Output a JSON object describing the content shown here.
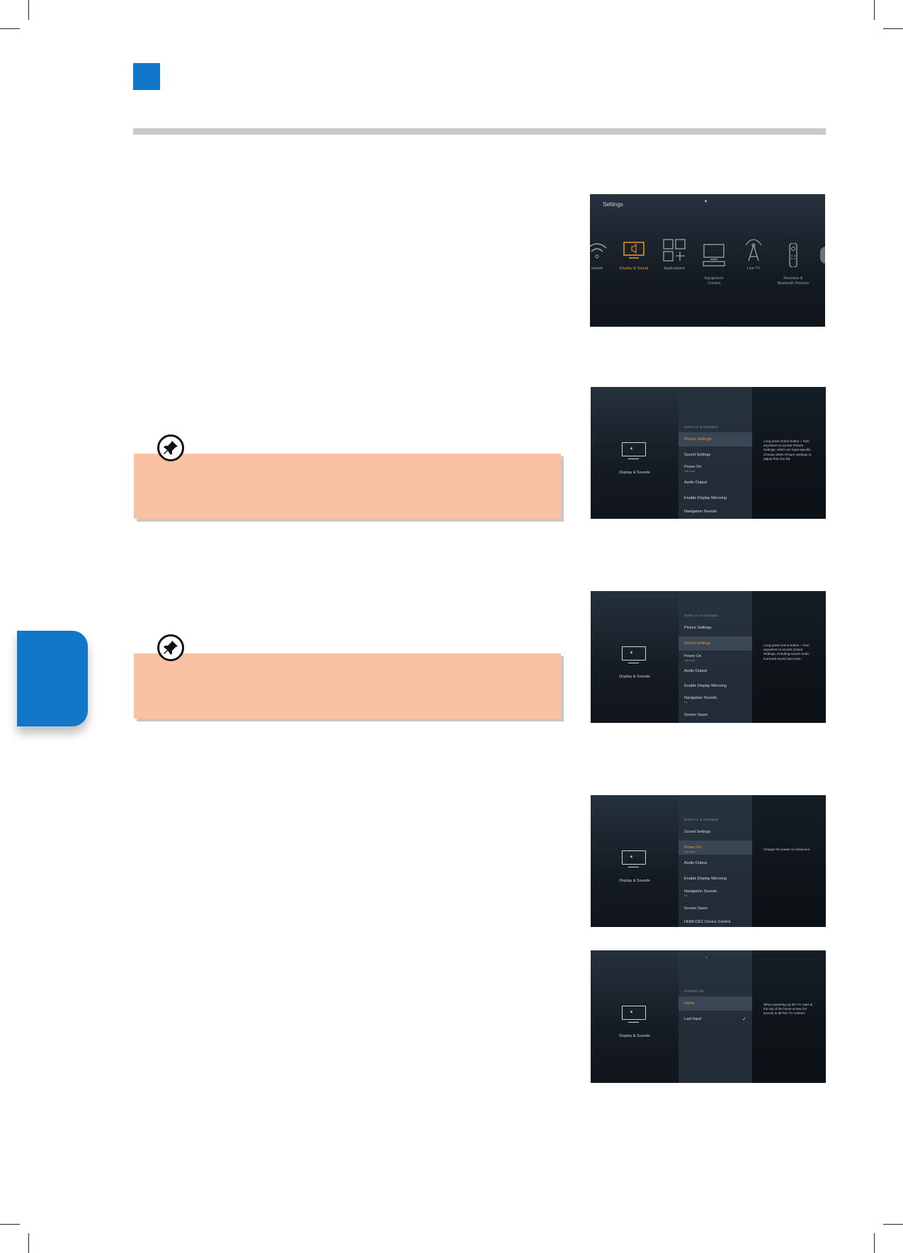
{
  "screen1": {
    "title": "Settings",
    "top_icon": "speaker-icon",
    "categories": [
      {
        "label": "etwork",
        "icon": "wifi-icon"
      },
      {
        "label": "Display & Sound",
        "icon": "tv-icon",
        "active": true
      },
      {
        "label": "Applications",
        "icon": "apps-icon"
      },
      {
        "label": "Equipment\nControl",
        "icon": "equipment-icon"
      },
      {
        "label": "Live TV",
        "icon": "antenna-icon"
      },
      {
        "label": "Remotes &\nBluetooth Devices",
        "icon": "remote-icon"
      }
    ],
    "accent": "#e59a2b"
  },
  "screen2": {
    "panel_label": "Display & Sounds",
    "section": "DISPLAY & SOUNDS",
    "items": [
      {
        "label": "Picture Settings",
        "sub": ""
      },
      {
        "label": "Sound Settings",
        "sub": ""
      },
      {
        "label": "Power On",
        "sub": "Last Input"
      },
      {
        "label": "Audio Output",
        "sub": ""
      },
      {
        "label": "Enable Display Mirroring",
        "sub": ""
      },
      {
        "label": "Navigation Sounds",
        "sub": ""
      }
    ],
    "selected": 0,
    "description": "Long press Home button ⌂ from anywhere to access Picture Settings, which are input specific. Choose which Picture Settings to adjust from the list."
  },
  "screen3": {
    "panel_label": "Display & Sounds",
    "section": "DISPLAY & SOUNDS",
    "items": [
      {
        "label": "Picture Settings",
        "sub": ""
      },
      {
        "label": "Sound Settings",
        "sub": ""
      },
      {
        "label": "Power On",
        "sub": "Last Input"
      },
      {
        "label": "Audio Output",
        "sub": ""
      },
      {
        "label": "Enable Display Mirroring",
        "sub": ""
      },
      {
        "label": "Navigation Sounds",
        "sub": "On"
      },
      {
        "label": "Screen Saver",
        "sub": ""
      }
    ],
    "selected": 1,
    "description": "Long press Home button ⌂ from anywhere to access Sound Settings, including sound mode, surround sound and more."
  },
  "screen4": {
    "panel_label": "Display & Sounds",
    "section": "DISPLAY & SOUNDS",
    "items": [
      {
        "label": "Sound Settings",
        "sub": ""
      },
      {
        "label": "Power On",
        "sub": "Last Input"
      },
      {
        "label": "Audio Output",
        "sub": ""
      },
      {
        "label": "Enable Display Mirroring",
        "sub": ""
      },
      {
        "label": "Navigation Sounds",
        "sub": "On"
      },
      {
        "label": "Screen Saver",
        "sub": ""
      },
      {
        "label": "HDMI-CEC Device Control",
        "sub": ""
      }
    ],
    "selected": 1,
    "description": "Change the power on behaviour."
  },
  "screen5": {
    "panel_label": "Display & Sounds",
    "section": "POWER ON",
    "items": [
      {
        "label": "Home",
        "sub": ""
      },
      {
        "label": "Last Input",
        "sub": "",
        "checked": true
      }
    ],
    "selected": 0,
    "check_mark": "✓",
    "description": "When powering up the TV, start at the top of the home screen for access to all Fire TV content."
  },
  "colors": {
    "brand_blue": "#1377c9",
    "note_bg": "#f9c3a3",
    "rule_gray": "#c8c8c8"
  }
}
